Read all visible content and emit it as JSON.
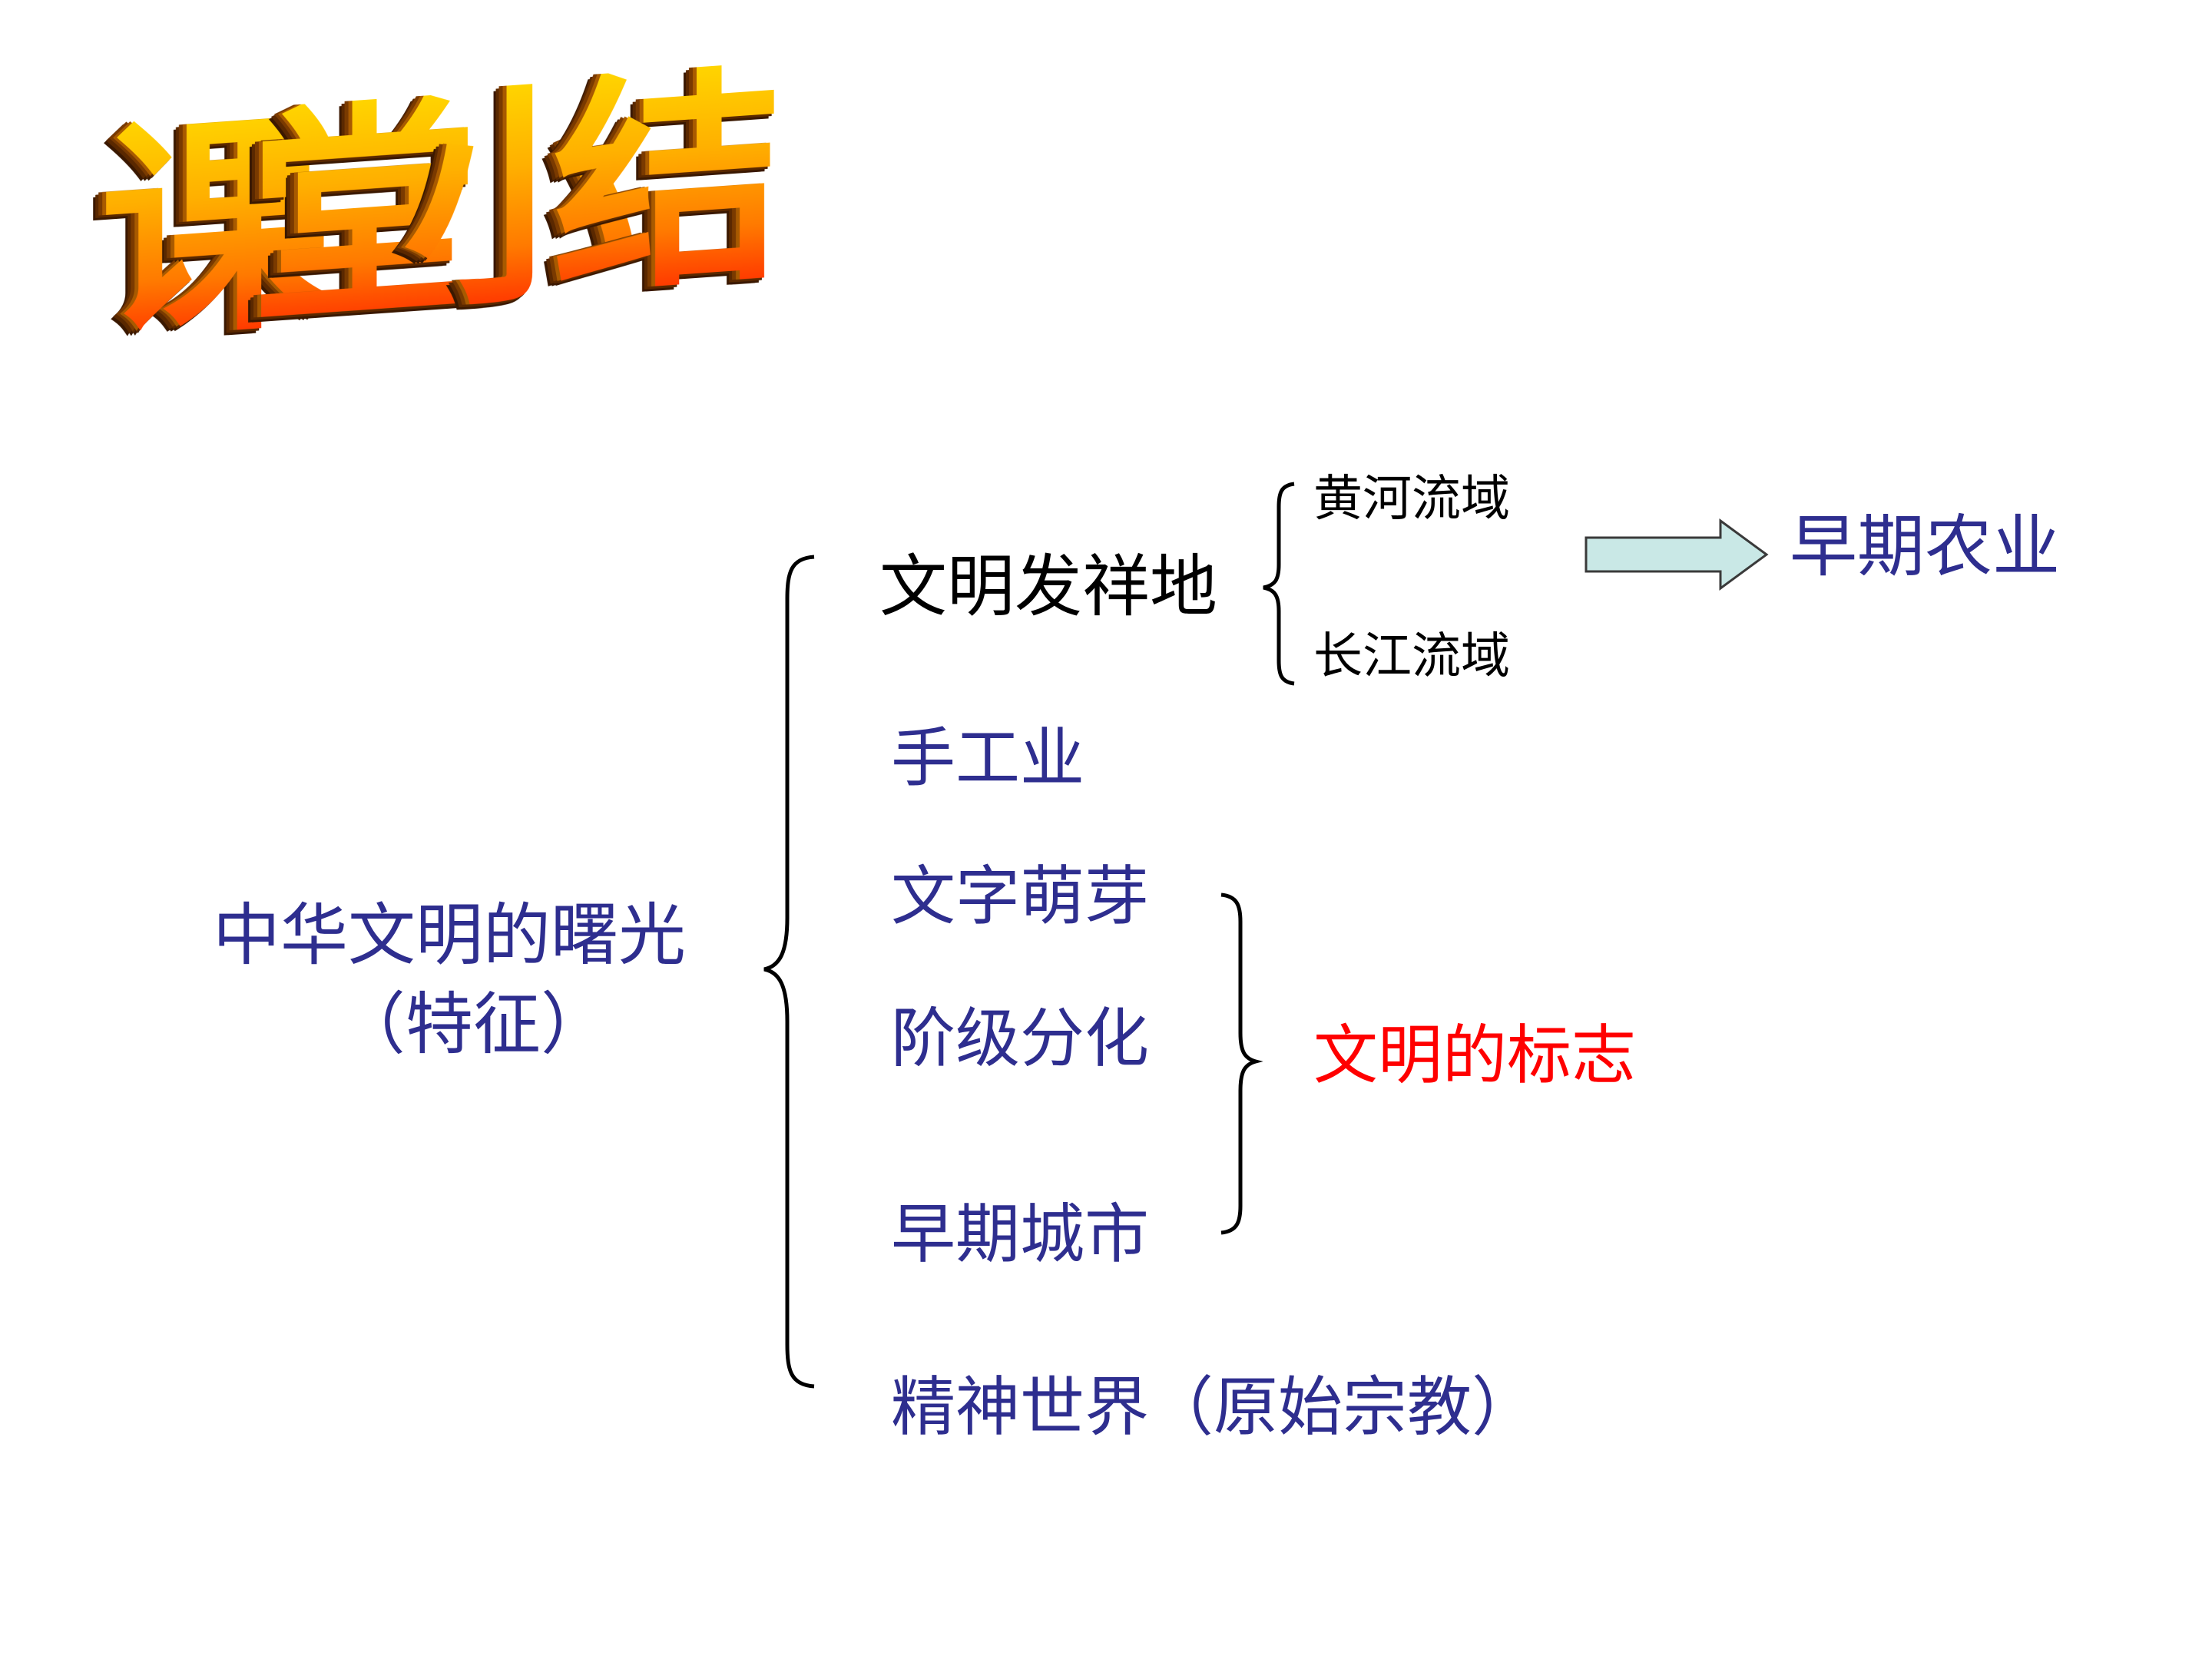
{
  "title": {
    "chars": [
      "课",
      "堂",
      "小",
      "结"
    ]
  },
  "root": {
    "line1": "中华文明的曙光",
    "line2": "（特征）"
  },
  "birthplace": {
    "label": "文明发祥地",
    "river1": "黄河流域",
    "river2": "长江流域",
    "result": "早期农业"
  },
  "items": {
    "handicraft": "手工业",
    "writing": "文字萌芽",
    "class_division": "阶级分化",
    "early_cities": "早期城市",
    "spiritual": "精神世界（原始宗教）"
  },
  "civilization_marker": "文明的标志",
  "colors": {
    "blue_text": "#2e2e8f",
    "red_text": "#ff0000",
    "arrow_fill": "#c9e8e6",
    "title_gradient": [
      "#ffd400",
      "#ff7a00",
      "#ff2a00"
    ]
  }
}
